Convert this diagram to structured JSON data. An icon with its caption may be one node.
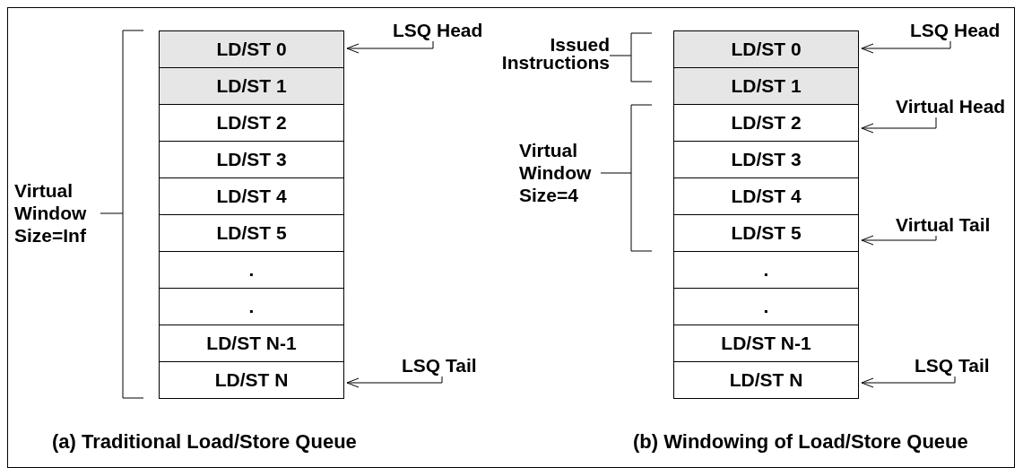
{
  "diagram": {
    "nodes": [
      {
        "text": [
          "LD/ST 0"
        ]
      },
      {
        "text": [
          "LD/ST 1"
        ]
      },
      {
        "text": [
          "LD/ST 2"
        ]
      },
      {
        "text": [
          "LD/ST 3"
        ]
      },
      {
        "text": [
          "LD/ST 4"
        ]
      },
      {
        "text": [
          "LD/ST 5"
        ]
      },
      {
        "text": [
          "."
        ]
      },
      {
        "text": [
          "."
        ]
      },
      {
        "text": [
          "LD/ST N-1"
        ]
      },
      {
        "text": [
          "LD/ST N"
        ]
      },
      {
        "text": [
          "LSQ Head"
        ]
      },
      {
        "text": [
          "LSQ Tail"
        ]
      },
      {
        "text": [
          "LD/ST 0"
        ]
      },
      {
        "text": [
          "LD/ST 1"
        ]
      },
      {
        "text": [
          "LD/ST 2"
        ]
      },
      {
        "text": [
          "LD/ST 3"
        ]
      },
      {
        "text": [
          "LD/ST 4"
        ]
      },
      {
        "text": [
          "LD/ST 5"
        ]
      },
      {
        "text": [
          "."
        ]
      },
      {
        "text": [
          "."
        ]
      },
      {
        "text": [
          "LD/ST N-1"
        ]
      },
      {
        "text": [
          "LD/ST N"
        ]
      },
      {
        "text": [
          "LSQ Head"
        ]
      },
      {
        "text": [
          "Virtual Head"
        ]
      },
      {
        "text": [
          "Virtual Tail"
        ]
      },
      {
        "text": [
          "LSQ Tail"
        ]
      }
    ],
    "edges": [
      {
        "from": 10,
        "to": 0,
        "arrow": "to"
      },
      {
        "from": 11,
        "to": 9,
        "arrow": "to"
      },
      {
        "from": 22,
        "to": 12,
        "arrow": "to"
      },
      {
        "from": 23,
        "to": 14,
        "arrow": "to"
      },
      {
        "from": 24,
        "to": 17,
        "arrow": "to"
      },
      {
        "from": 25,
        "to": 21,
        "arrow": "to"
      }
    ],
    "labels": [
      "Virtual Window Size=Inf",
      "Issued Instructions",
      "Virtual Window Size=4",
      "(a) Traditional Load/Store Queue",
      "(b) Windowing of Load/Store Queue"
    ]
  }
}
